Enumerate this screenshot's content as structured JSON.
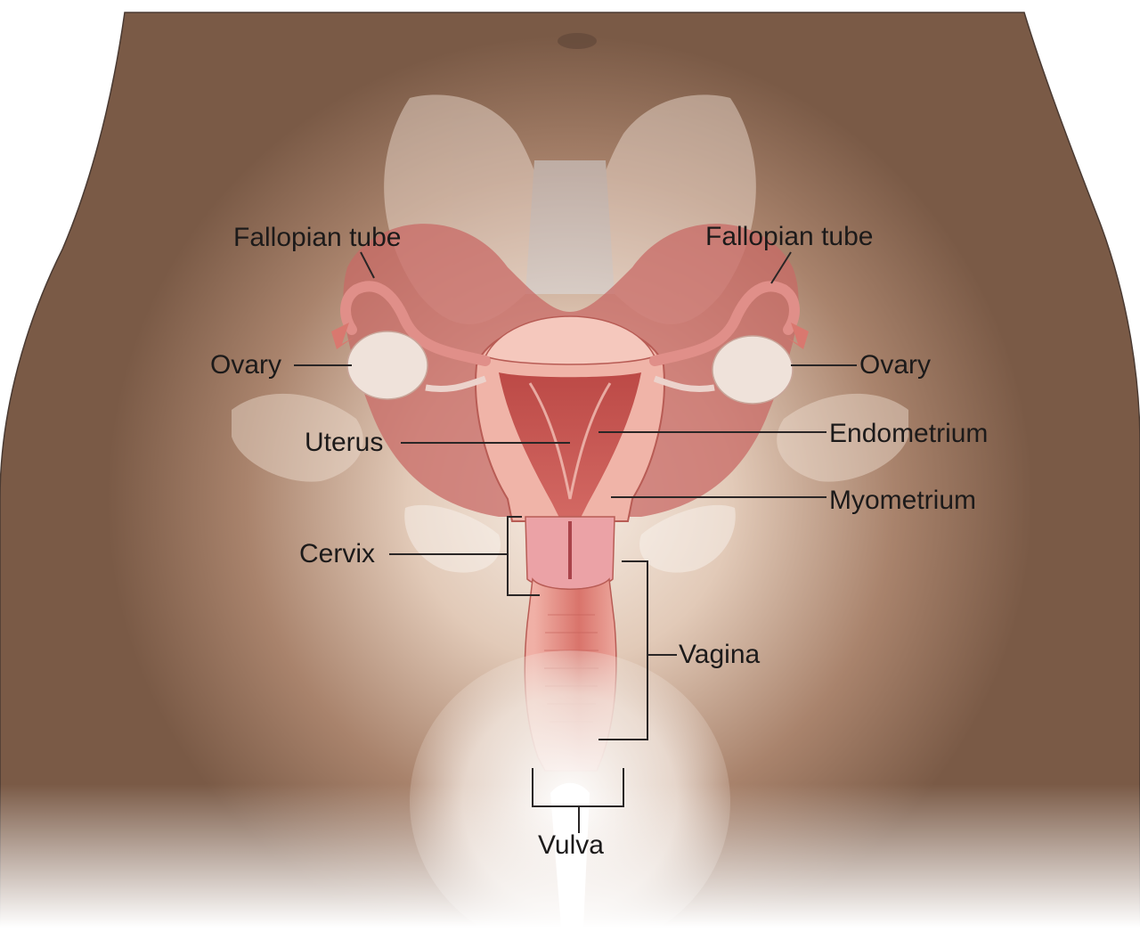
{
  "diagram": {
    "labels": {
      "fallopian_tube_left": "Fallopian tube",
      "fallopian_tube_right": "Fallopian tube",
      "ovary_left": "Ovary",
      "ovary_right": "Ovary",
      "uterus": "Uterus",
      "endometrium": "Endometrium",
      "myometrium": "Myometrium",
      "cervix": "Cervix",
      "vagina": "Vagina",
      "vulva": "Vulva"
    },
    "colors": {
      "skin_dark": "#7a5b47",
      "skin_mid": "#a68570",
      "skin_light": "#e7d6c8",
      "tissue_red": "#c0524f",
      "tissue_pink": "#e99a90",
      "tissue_pale": "#f2c2b6",
      "ovary": "#efe0d8",
      "line": "#2a2626"
    }
  }
}
